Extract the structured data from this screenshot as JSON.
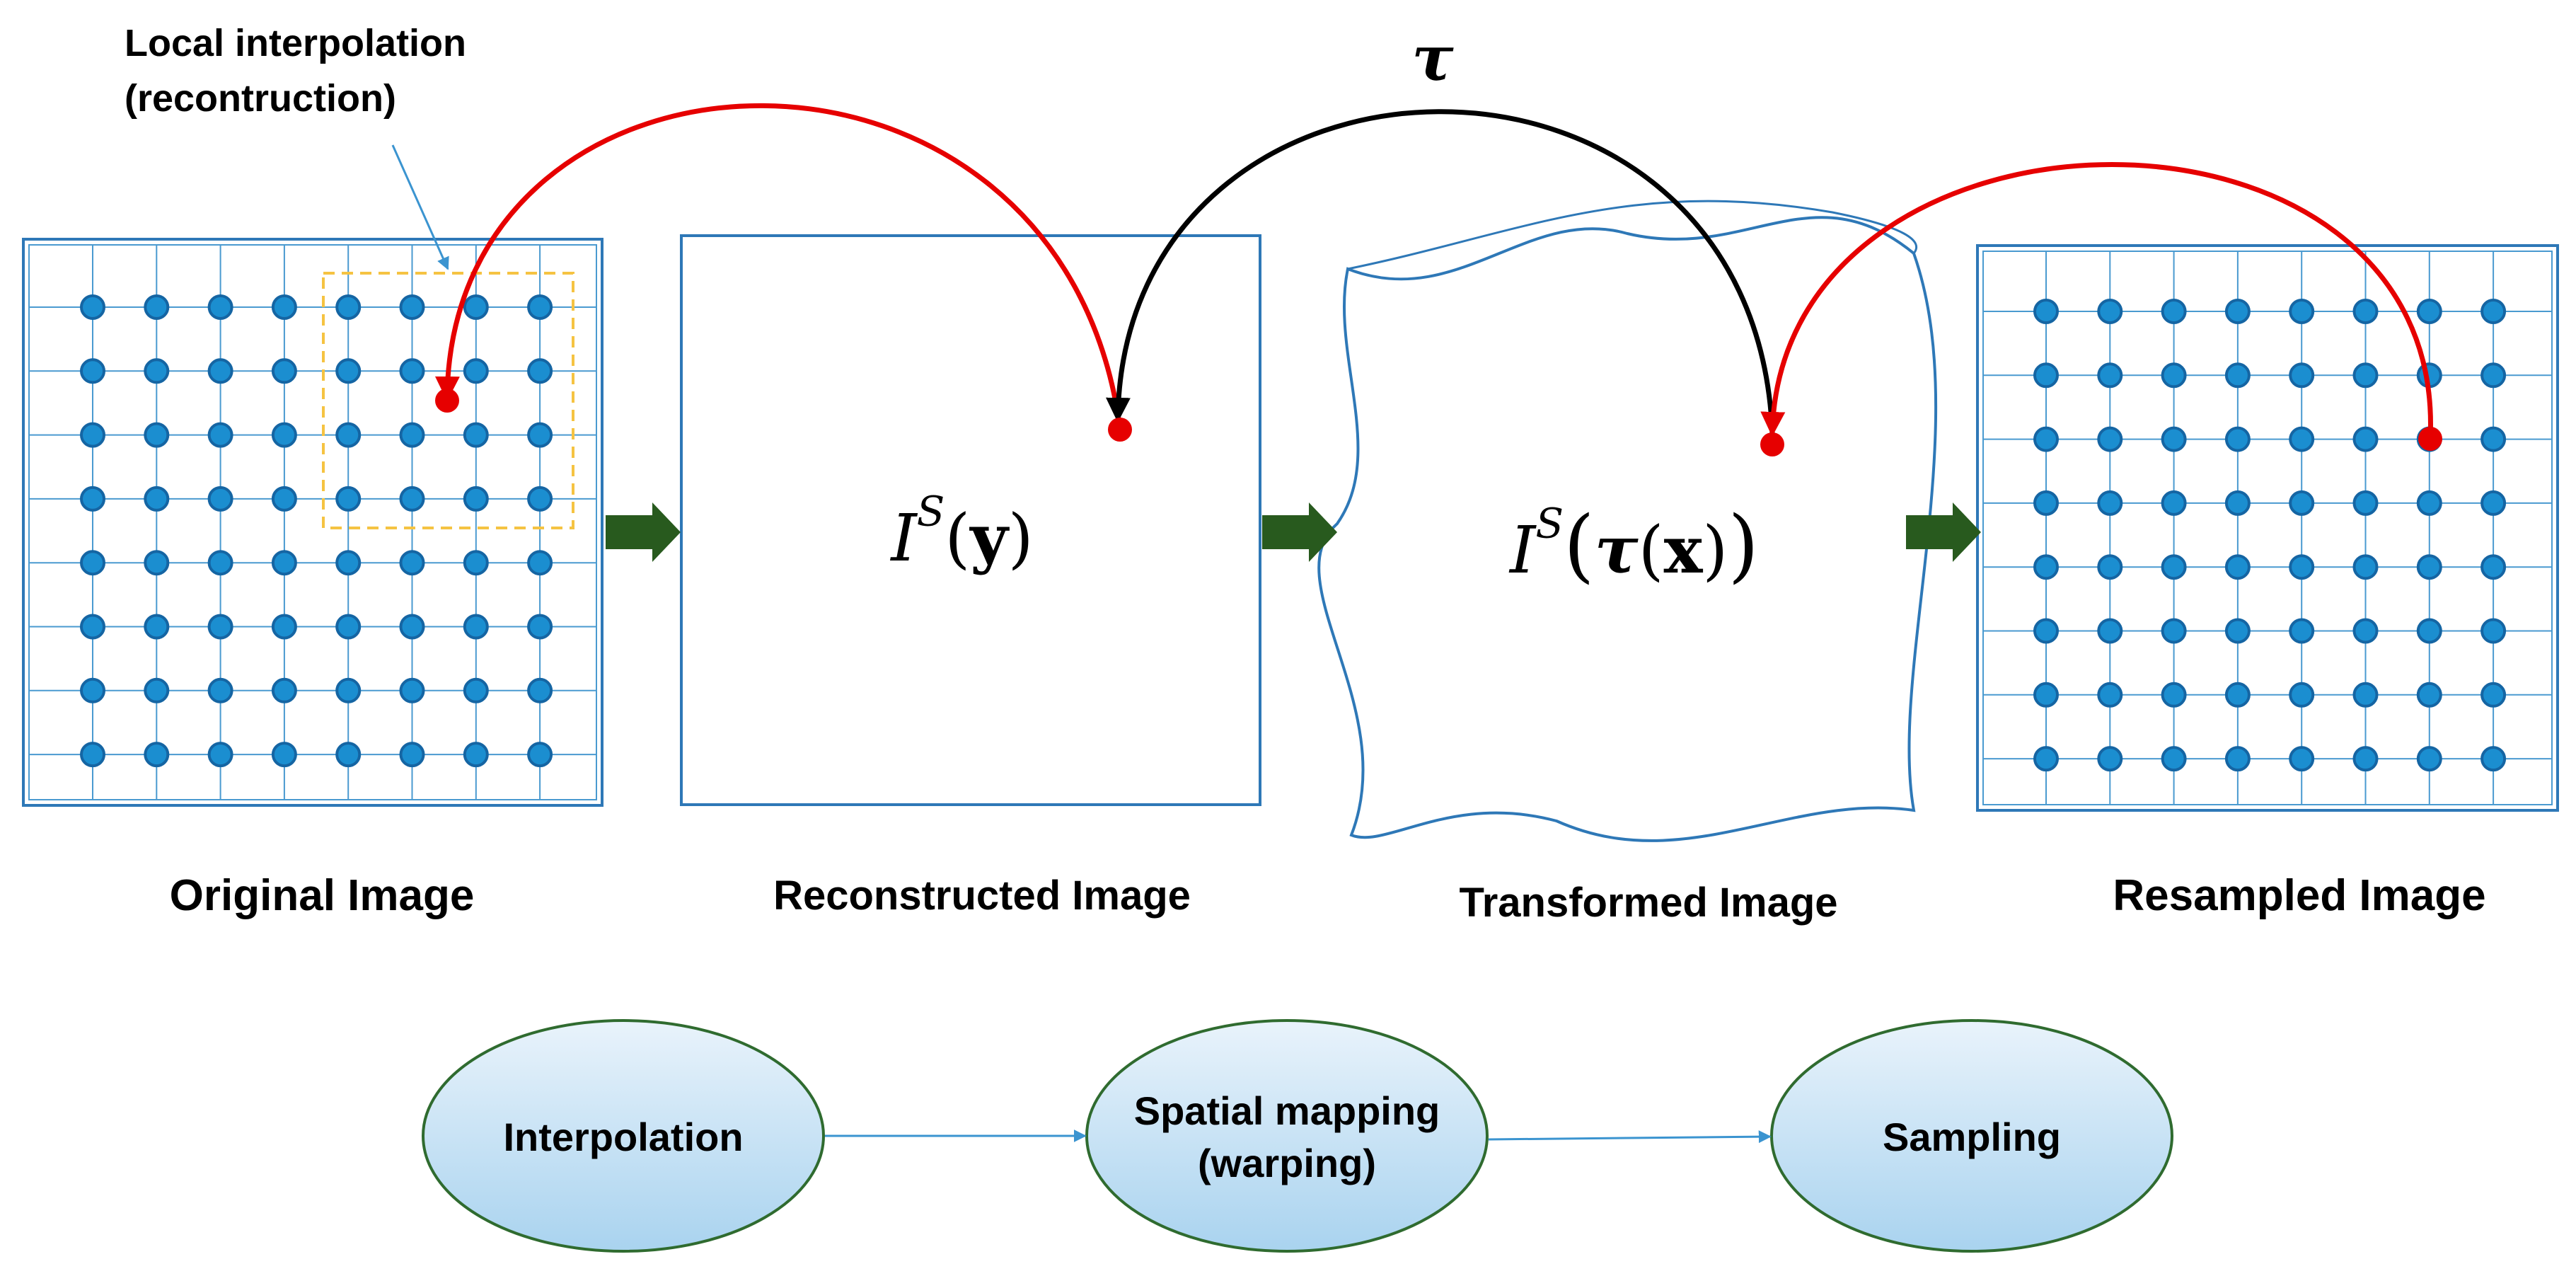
{
  "callout": {
    "text": "Local interpolation\n(recontruction)"
  },
  "panels": {
    "original": {
      "caption": "Original Image"
    },
    "reconstructed": {
      "caption": "Reconstructed Image"
    },
    "transformed": {
      "caption": "Transformed Image"
    },
    "resampled": {
      "caption": "Resampled Image"
    }
  },
  "equations": {
    "reconstructed": {
      "base": "I",
      "sup": "S",
      "open": "(",
      "var": "y",
      "close": ")"
    },
    "transformed": {
      "base": "I",
      "sup": "S",
      "open": "(",
      "fn": "τ",
      "inner_open": "(",
      "var": "x",
      "inner_close": ")",
      "close": ")"
    }
  },
  "transform_label": "τ",
  "flow": {
    "interpolation": "Interpolation",
    "mapping": "Spatial mapping\n(warping)",
    "sampling": "Sampling"
  },
  "grid": {
    "rows": 8,
    "cols": 8
  },
  "colors": {
    "grid_line": "#4a9ad0",
    "frame": "#2e78b7",
    "dot_fill": "#1b8ed0",
    "dot_stroke": "#1565a3",
    "red": "#e60000",
    "arrow_black": "#000000",
    "block_arrow": "#285a1e",
    "callout_box": "#f5c342",
    "node_top": "#e9f3fb",
    "node_bottom": "#a9d3ef",
    "node_stroke": "#2f6b2f"
  }
}
